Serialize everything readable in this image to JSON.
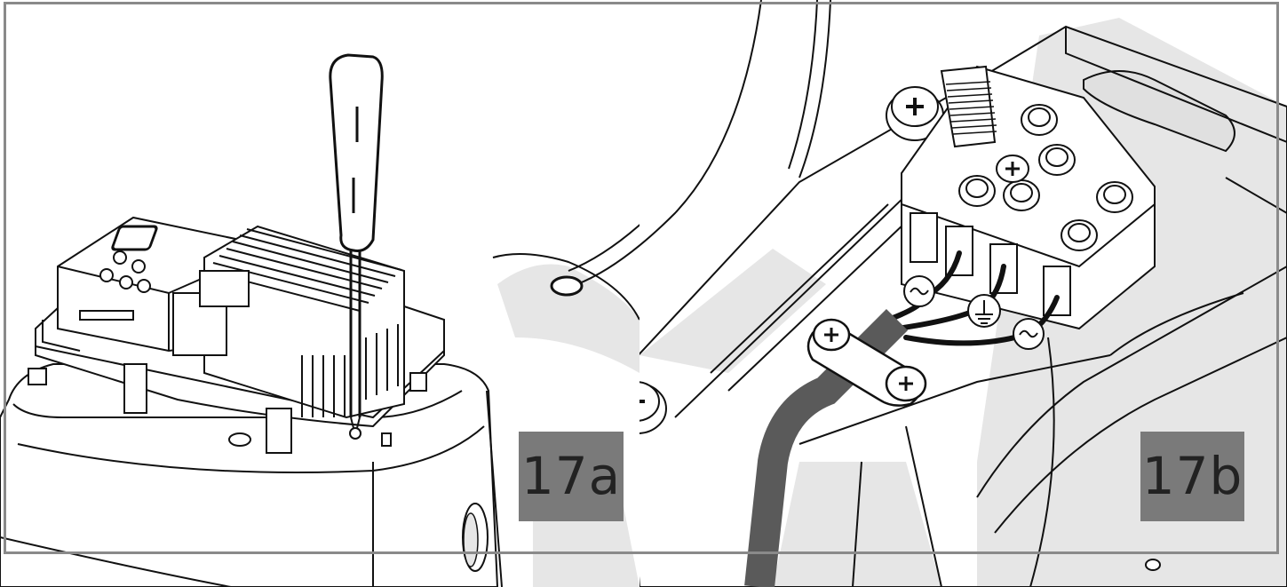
{
  "figure": {
    "panels": [
      {
        "id": "17a",
        "label": "17a"
      },
      {
        "id": "17b",
        "label": "17b"
      }
    ],
    "colors": {
      "line": "#111111",
      "shade": "#e6e6e6",
      "cable": "#5a5a5a",
      "label_bg": "#7a7a7a",
      "label_text": "#222222",
      "frame": "#8a8a8a"
    },
    "icons": {
      "phase_left": "ac-tilde-symbol",
      "earth": "earth-ground-symbol",
      "phase_right": "ac-tilde-symbol"
    }
  }
}
